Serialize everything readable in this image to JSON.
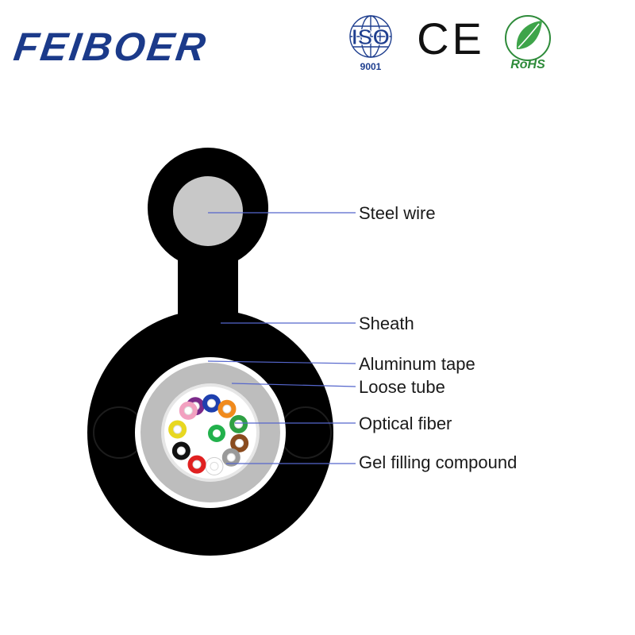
{
  "brand": {
    "name": "FEIBOER",
    "color": "#1b3a8a"
  },
  "certifications": {
    "iso": {
      "text": "ISO",
      "number": "9001",
      "color": "#1f3f8f"
    },
    "ce": {
      "text": "CE"
    },
    "rohs": {
      "text": "RoHS",
      "color": "#2e8b3a"
    }
  },
  "diagram": {
    "labels": [
      {
        "id": "steel-wire",
        "text": "Steel wire"
      },
      {
        "id": "sheath",
        "text": "Sheath"
      },
      {
        "id": "aluminum-tape",
        "text": "Aluminum tape"
      },
      {
        "id": "loose-tube",
        "text": "Loose tube"
      },
      {
        "id": "optical-fiber",
        "text": "Optical fiber"
      },
      {
        "id": "gel-filling-compound",
        "text": "Gel filling compound"
      }
    ],
    "fiber_colors": [
      "#7b2a8a",
      "#1e3fae",
      "#f08a1c",
      "#2ea043",
      "#8a4b1e",
      "#9a9a9a",
      "#ffffff",
      "#e02020",
      "#111111",
      "#e8d820",
      "#f2a0c0",
      "#22b14c"
    ],
    "colors": {
      "sheath": "#000000",
      "steel_wire": "#c8c8c8",
      "tape": "#ffffff",
      "tube": "#bdbdbd",
      "gel": "#ffffff",
      "leader": "#5566cc"
    }
  }
}
